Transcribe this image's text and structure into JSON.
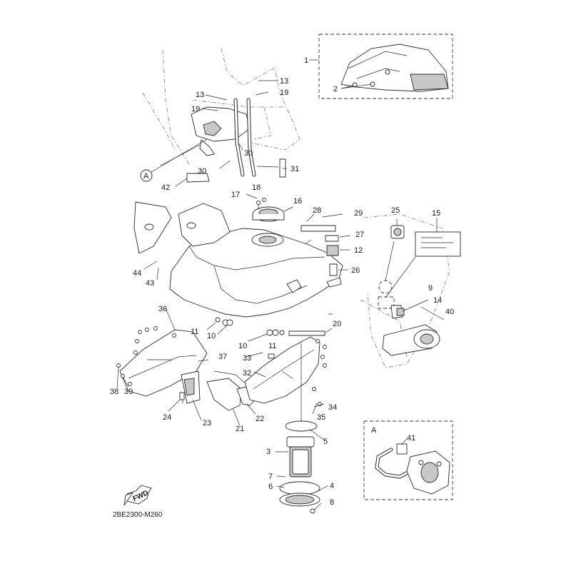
{
  "diagram": {
    "detail_label": "A",
    "fwd_label": "FWD",
    "reference_code": "2BE2300-M260"
  },
  "callouts": [
    {
      "id": "c1",
      "text": "1"
    },
    {
      "id": "c2",
      "text": "2"
    },
    {
      "id": "c13a",
      "text": "13"
    },
    {
      "id": "c13b",
      "text": "13"
    },
    {
      "id": "c19a",
      "text": "19"
    },
    {
      "id": "c19b",
      "text": "19"
    },
    {
      "id": "c30a",
      "text": "30"
    },
    {
      "id": "c30b",
      "text": "30"
    },
    {
      "id": "c31",
      "text": "31"
    },
    {
      "id": "c42",
      "text": "42"
    },
    {
      "id": "cA",
      "text": "A"
    },
    {
      "id": "c17",
      "text": "17"
    },
    {
      "id": "c18",
      "text": "18"
    },
    {
      "id": "c16",
      "text": "16"
    },
    {
      "id": "c28",
      "text": "28"
    },
    {
      "id": "c29",
      "text": "29"
    },
    {
      "id": "c27",
      "text": "27"
    },
    {
      "id": "c12",
      "text": "12"
    },
    {
      "id": "c26",
      "text": "26"
    },
    {
      "id": "c25",
      "text": "25"
    },
    {
      "id": "c15",
      "text": "15"
    },
    {
      "id": "c9",
      "text": "9"
    },
    {
      "id": "c14",
      "text": "14"
    },
    {
      "id": "c40",
      "text": "40"
    },
    {
      "id": "c44",
      "text": "44"
    },
    {
      "id": "c43",
      "text": "43"
    },
    {
      "id": "c36",
      "text": "36"
    },
    {
      "id": "c11a",
      "text": "11"
    },
    {
      "id": "c10a",
      "text": "10"
    },
    {
      "id": "c10b",
      "text": "10"
    },
    {
      "id": "c11b",
      "text": "11"
    },
    {
      "id": "c20",
      "text": "20"
    },
    {
      "id": "c37",
      "text": "37"
    },
    {
      "id": "c33",
      "text": "33"
    },
    {
      "id": "c32",
      "text": "32"
    },
    {
      "id": "c38",
      "text": "38"
    },
    {
      "id": "c39",
      "text": "39"
    },
    {
      "id": "c24",
      "text": "24"
    },
    {
      "id": "c23",
      "text": "23"
    },
    {
      "id": "c21",
      "text": "21"
    },
    {
      "id": "c22",
      "text": "22"
    },
    {
      "id": "c34",
      "text": "34"
    },
    {
      "id": "c35",
      "text": "35"
    },
    {
      "id": "c5",
      "text": "5"
    },
    {
      "id": "c3",
      "text": "3"
    },
    {
      "id": "c7",
      "text": "7"
    },
    {
      "id": "c6",
      "text": "6"
    },
    {
      "id": "c4",
      "text": "4"
    },
    {
      "id": "c8",
      "text": "8"
    },
    {
      "id": "c41",
      "text": "41"
    }
  ]
}
